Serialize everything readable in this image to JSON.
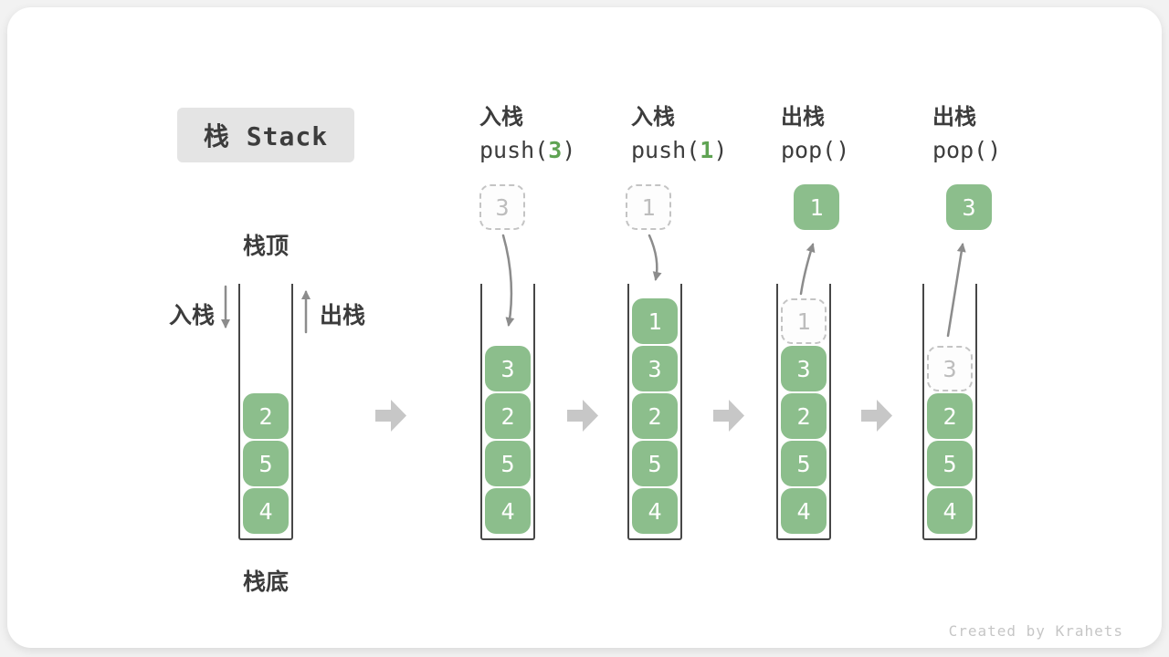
{
  "title": "栈 Stack",
  "stack_annotations": {
    "top": "栈顶",
    "bottom": "栈底",
    "push": "入栈",
    "pop": "出栈"
  },
  "operations": [
    {
      "action": "入栈",
      "code_pre": "push(",
      "code_arg": "3",
      "code_post": ")"
    },
    {
      "action": "入栈",
      "code_pre": "push(",
      "code_arg": "1",
      "code_post": ")"
    },
    {
      "action": "出栈",
      "code_pre": "pop()",
      "code_arg": "",
      "code_post": ""
    },
    {
      "action": "出栈",
      "code_pre": "pop()",
      "code_arg": "",
      "code_post": ""
    }
  ],
  "stacks": [
    {
      "floating": "",
      "cells": [
        "2",
        "5",
        "4"
      ]
    },
    {
      "floating": "3",
      "cells": [
        "3",
        "2",
        "5",
        "4"
      ]
    },
    {
      "floating": "1",
      "cells": [
        "1",
        "3",
        "2",
        "5",
        "4"
      ]
    },
    {
      "floating": "1",
      "cells": [
        "1",
        "3",
        "2",
        "5",
        "4"
      ]
    },
    {
      "floating": "3",
      "cells": [
        "3",
        "2",
        "5",
        "4"
      ]
    }
  ],
  "watermark": "Created by Krahets",
  "colors": {
    "cell_green": "#8cbe8c",
    "code_green": "#5fa353",
    "text_dark": "#3c3c3c",
    "dashed_gray": "#c4c4c4",
    "thin_arrow_gray": "#8c8c8c",
    "block_arrow_gray": "#c7c7c7",
    "title_bg": "#e4e4e4"
  }
}
